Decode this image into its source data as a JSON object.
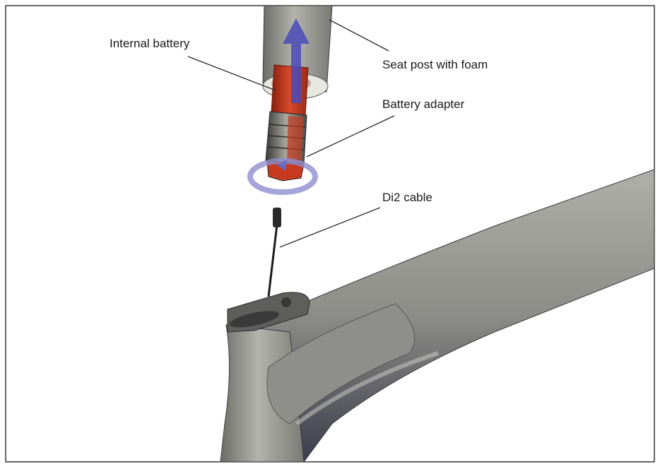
{
  "labels": {
    "internal_battery": "Internal battery",
    "seat_post": "Seat post with foam",
    "battery_adapter": "Battery adapter",
    "di2_cable": "Di2 cable"
  },
  "colors": {
    "frame": "#8a8a85",
    "battery": "#c83a20",
    "arrow": "#4a4ab8",
    "rotation_ring": "#8f8fd0",
    "leader_line": "#2a2a2a",
    "border": "#333333"
  }
}
